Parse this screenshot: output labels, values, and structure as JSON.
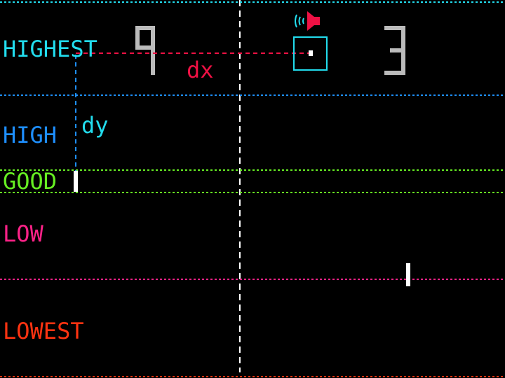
{
  "game": {
    "zones": {
      "highest": {
        "label": "HIGHEST",
        "color": "#22DDEE"
      },
      "high": {
        "label": "HIGH",
        "color": "#1E8FFF"
      },
      "good": {
        "label": "GOOD",
        "color": "#66EE22"
      },
      "low": {
        "label": "LOW",
        "color": "#FF2288"
      },
      "lowest": {
        "label": "LOWEST",
        "color": "#FF3311"
      }
    },
    "score": {
      "left": "9",
      "right": "3",
      "digit_color": "#BBBBBB"
    },
    "annotations": {
      "dx": {
        "label": "dx",
        "color": "#EE1144"
      },
      "dy": {
        "label": "dy",
        "color": "#22DDEE"
      }
    },
    "ball_target_color": "#22DDEE",
    "speaker_icon": "speaker-sound-icon",
    "speaker_colors": {
      "body": "#EE1144",
      "waves": "#22DDEE"
    },
    "center_line_color": "#FFFFFF",
    "paddle_color": "#FFFFFF"
  }
}
